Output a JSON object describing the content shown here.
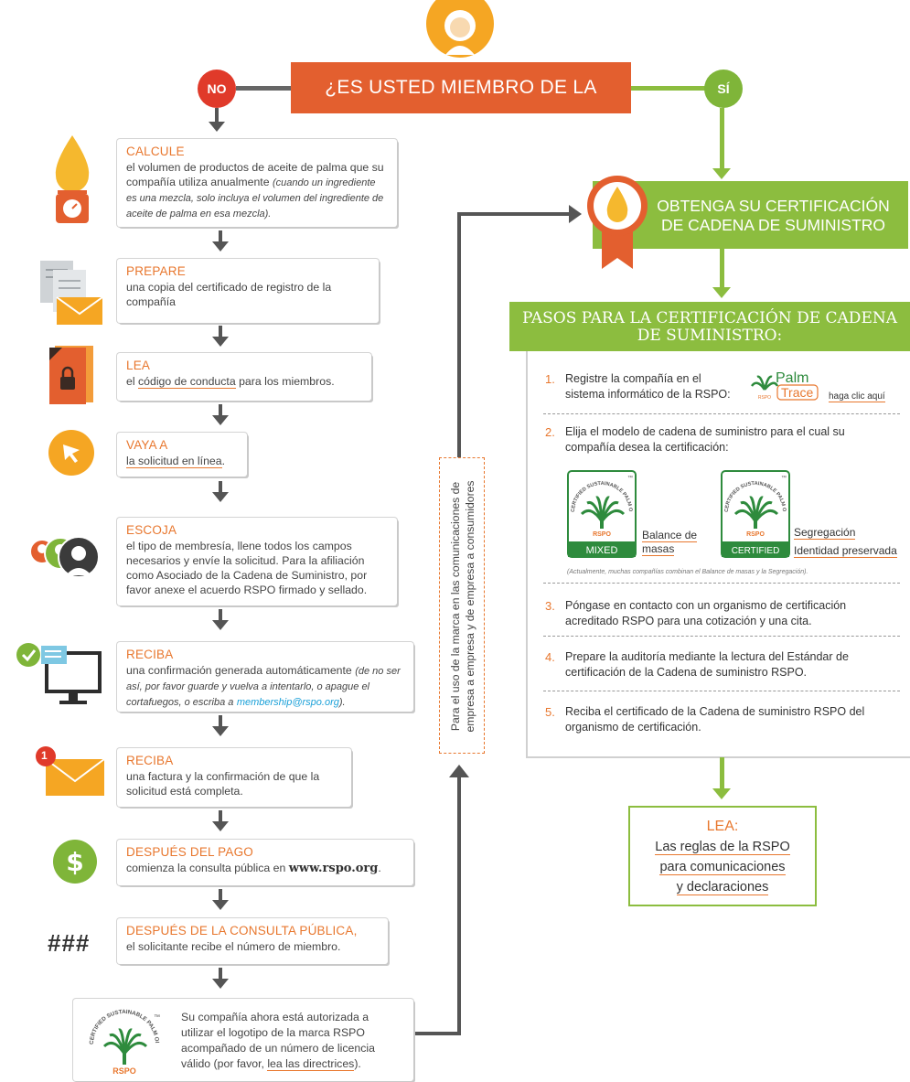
{
  "question": {
    "no": "NO",
    "title": "¿ES USTED MIEMBRO DE LA RSPO?",
    "yes": "SÍ"
  },
  "left_steps": [
    {
      "title": "CALCULE",
      "text": "el volumen de productos de aceite de palma que su compañía utiliza anualmente",
      "note": "(cuando un ingrediente es una mezcla, solo incluya el volumen del ingrediente de aceite de palma en esa mezcla)."
    },
    {
      "title": "PREPARE",
      "text": "una copia del certificado de registro de la compañía"
    },
    {
      "title": "LEA",
      "pre": "el ",
      "link": "código de conducta",
      "post": " para los miembros."
    },
    {
      "title": "VAYA A",
      "link": "la solicitud en línea",
      "post": "."
    },
    {
      "title": "ESCOJA",
      "text": "el tipo de membresía, llene todos los campos necesarios y envíe la solicitud. Para la afiliación como Asociado de la Cadena de Suministro, por favor anexe el acuerdo RSPO firmado y sellado."
    },
    {
      "title": "RECIBA",
      "text": "una confirmación generada automáticamente",
      "note": "(de no ser así, por favor guarde y vuelva a intentarlo, o apague el cortafuegos, o escriba a",
      "email": "membership@rspo.org",
      "note_end": ")."
    },
    {
      "title": "RECIBA",
      "text": "una factura y la confirmación de que la solicitud está completa."
    },
    {
      "title": "DESPUÉS DEL PAGO",
      "text": "comienza la consulta pública en",
      "url": "www.rspo.org",
      "url_end": "."
    },
    {
      "title": "DESPUÉS DE LA CONSULTA PÚBLICA,",
      "text": "el solicitante recibe el número de miembro."
    }
  ],
  "final_box": {
    "text": "Su compañía ahora está autorizada a utilizar el logotipo de la marca RSPO acompañado de un número de licencia válido (por favor, ",
    "link": "lea las directrices",
    "end": ")."
  },
  "hash_icon": "###",
  "notification_count": "1",
  "vertical_note": [
    "Para el uso de la marca en las comunicaciones de",
    "empresa a empresa y de empresa a consumidores"
  ],
  "cert_banner": [
    "OBTENGA SU CERTIFICACIÓN",
    "DE CADENA DE SUMINISTRO"
  ],
  "steps_banner": [
    "PASOS PARA LA CERTIFICACIÓN DE CADENA",
    "DE SUMINISTRO:"
  ],
  "steps": [
    {
      "num": "1.",
      "text": "Registre la compañía en el sistema informático de la RSPO:",
      "link": "haga clic aquí"
    },
    {
      "num": "2.",
      "text": "Elija el modelo de cadena de suministro para el cual su compañía desea la certificación:"
    },
    {
      "num": "3.",
      "text": "Póngase en contacto con un organismo de certificación acreditado RSPO para una cotización y una cita."
    },
    {
      "num": "4.",
      "text": "Prepare la auditoría mediante la lectura del Estándar de certificación de la Cadena de suministro RSPO."
    },
    {
      "num": "5.",
      "text": "Reciba el certificado de la Cadena de suministro RSPO del organismo de certificación."
    }
  ],
  "palmtrace": {
    "palm": "Palm",
    "trace": "Trace",
    "small": "RSPO"
  },
  "logos": {
    "ring": "CERTIFIED SUSTAINABLE PALM OIL",
    "tm": "™",
    "rspo": "RSPO",
    "mixed": "MIXED",
    "certified": "CERTIFIED",
    "mixed_label": [
      "Balance de",
      "masas"
    ],
    "seg_label": "Segregación",
    "ip_label": "Identidad preservada"
  },
  "footnote": "(Actualmente, muchas compañías combinan el Balance de masas y la Segregación).",
  "lea": {
    "title": "LEA:",
    "lines": [
      "Las reglas de la RSPO",
      "para comunicaciones",
      "y declaraciones"
    ]
  },
  "colors": {
    "orange": "#e8772e",
    "red": "#e35f2f",
    "green": "#8cbd3f",
    "darkgray": "#555555"
  }
}
